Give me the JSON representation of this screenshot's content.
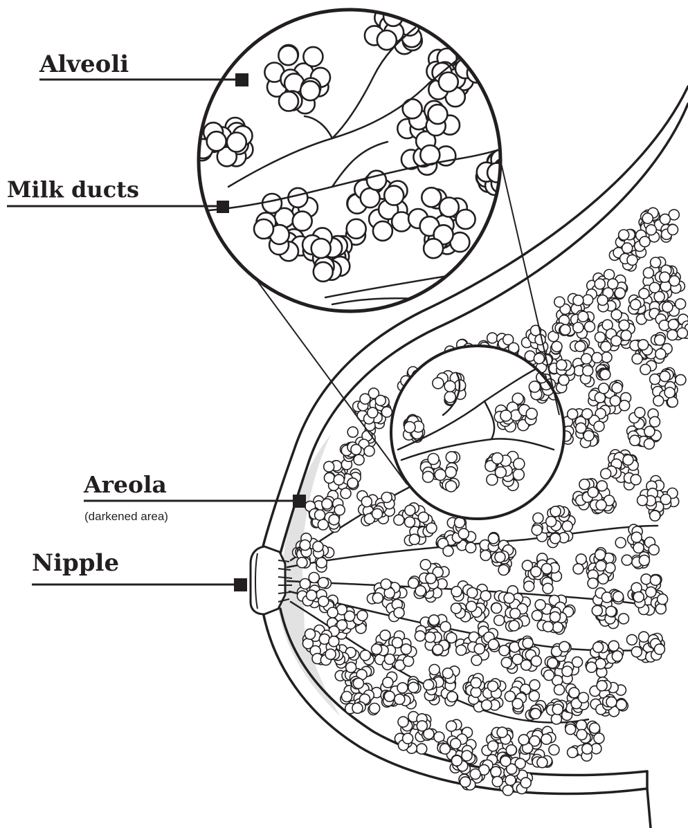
{
  "labels": {
    "alveoli": "Alveoli",
    "milk_ducts": "Milk ducts",
    "areola": "Areola",
    "areola_note": "(darkened area)",
    "nipple": "Nipple"
  },
  "colors": {
    "ink": "#231f20",
    "areola_shade": "#e2e2e2",
    "background": "#ffffff"
  }
}
